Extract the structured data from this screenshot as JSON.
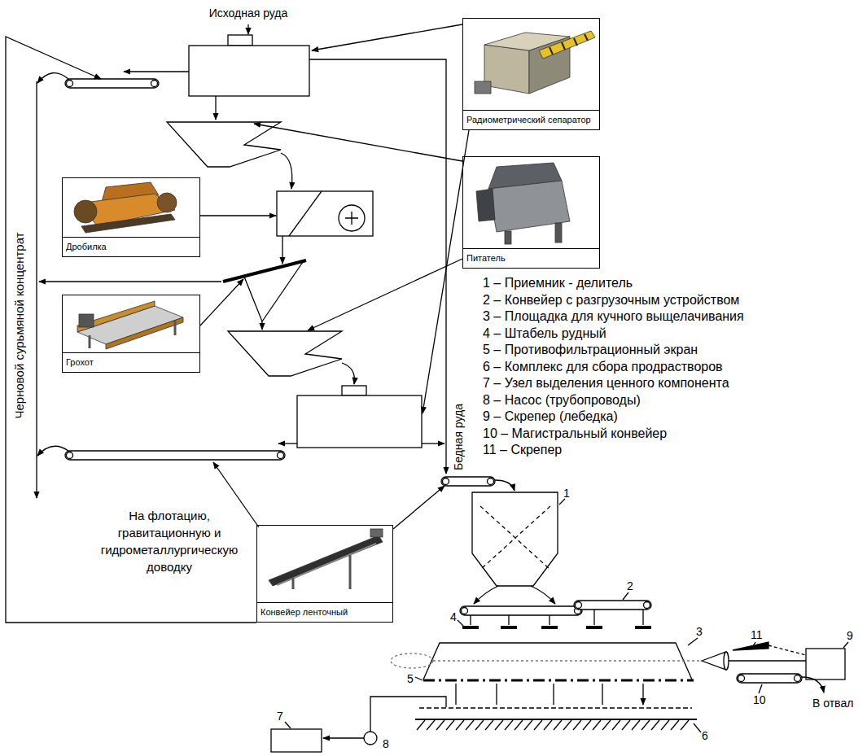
{
  "diagram": {
    "nodes": [
      {
        "text": [
          "Радиометрический сепаратор"
        ]
      },
      {
        "text": [
          "Питатель"
        ]
      },
      {
        "text": [
          "Дробилка"
        ]
      },
      {
        "text": [
          "Грохот"
        ]
      },
      {
        "text": [
          "Конвейер ленточный"
        ]
      }
    ],
    "labels": [
      "Исходная руда",
      "Черновой сурьмяной концентрат",
      "1 – Приемник - делитель",
      "2 – Конвейер с разгрузочным устройством",
      "3 – Площадка для кучного выщелачивания",
      "4 – Штабель рудный",
      "5 – Противофильтрационный экран",
      "6 – Комплекс для сбора продрастворов",
      "7 – Узел выделения ценного компонента",
      "8 – Насос (трубопроводы)",
      "9 – Скрепер (лебедка)",
      "10 – Магистральный конвейер",
      "11 – Скрепер",
      "Бедная руда",
      "На флотацию, гравитационную и гидрометаллургическую доводку",
      "1",
      "2",
      "4",
      "3",
      "11",
      "9",
      "5",
      "В отвал",
      "10",
      "7",
      "6",
      "8"
    ]
  }
}
